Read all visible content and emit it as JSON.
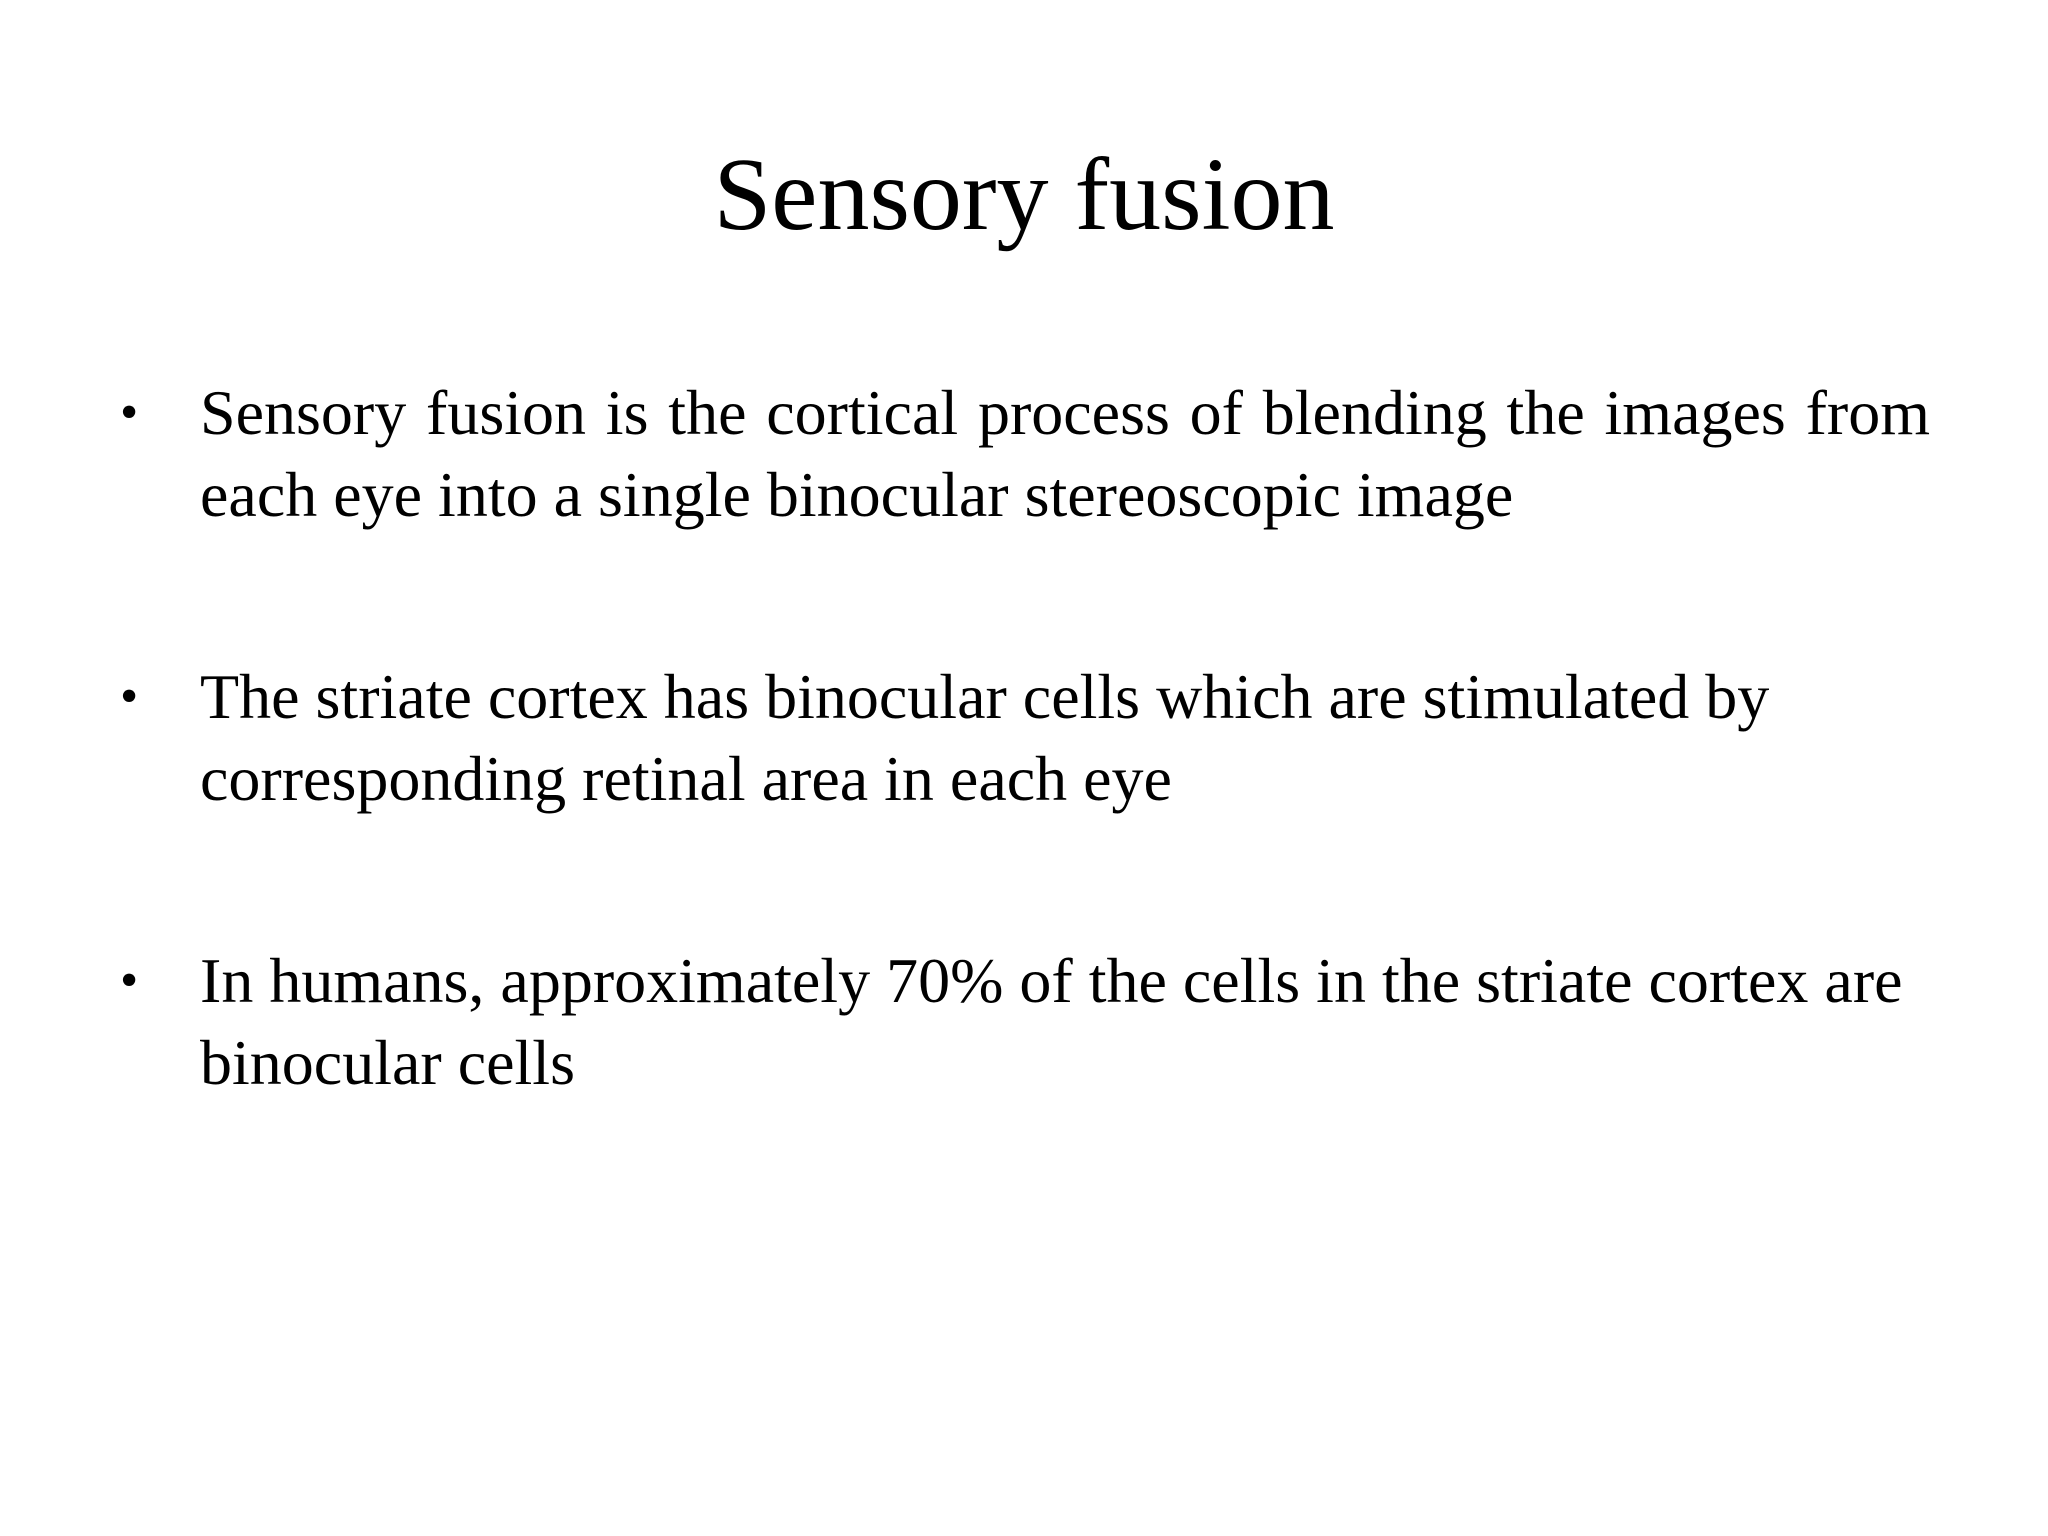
{
  "slide": {
    "title": "Sensory fusion",
    "bullet_symbol": "•",
    "bullets": [
      {
        "text": "Sensory fusion is the cortical process of blending the images from each eye into a single binocular stereoscopic image"
      },
      {
        "text": "The striate cortex has binocular cells which are stimulated by corresponding retinal area in each eye"
      },
      {
        "text": "In humans, approximately 70% of the cells in the striate cortex are binocular cells"
      }
    ]
  }
}
